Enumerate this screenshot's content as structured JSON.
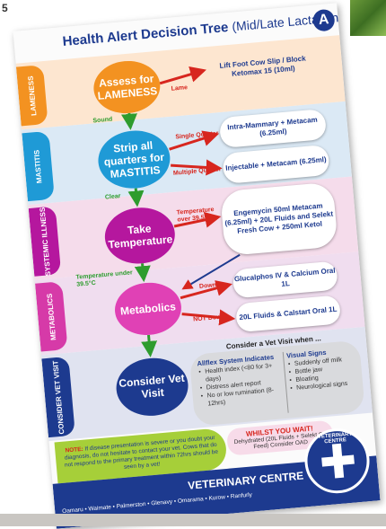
{
  "corner_label": "5",
  "title": {
    "main": "Health Alert Decision Tree",
    "sub": "(Mid/Late Lactation)",
    "badge": "A"
  },
  "sections": {
    "lameness": "LAMENESS",
    "mastitis": "MASTITIS",
    "systemic": "SYSTEMIC ILLNESS",
    "metabolics": "METABOLICS",
    "vet_visit": "CONSIDER VET VISIT"
  },
  "steps": {
    "lameness": "Assess for LAMENESS",
    "mastitis": "Strip all quarters for MASTITIS",
    "temperature": "Take Temperature",
    "metabolics": "Metabolics",
    "vet": "Consider Vet Visit"
  },
  "branches": {
    "lame": "Lame",
    "sound": "Sound",
    "single_quarter": "Single Quarter",
    "multiple_quarter": "Multiple Quarter",
    "clear": "Clear",
    "temp_over": "Temperature over 39.5°C",
    "temp_under": "Temperature under 39.5°C",
    "down": "Down",
    "not_down": "NOT Down"
  },
  "treatments": {
    "lameness": "Lift Foot Cow Slip / Block Ketomax 15 (10ml)",
    "mastitis_single": "Intra-Mammary + Metacam (6.25ml)",
    "mastitis_multiple": "Injectable + Metacam (6.25ml)",
    "systemic": "Engemycin 50ml Metacam (6.25ml) + 20L Fluids and Selekt Fresh Cow + 250ml Ketol",
    "metabolics_down": "Glucalphos IV & Calcium Oral 1L",
    "metabolics_not_down": "20L Fluids & Calstart Oral 1L"
  },
  "vet_visit": {
    "heading": "Consider a Vet Visit when ...",
    "allflex_title": "Allflex System Indicates",
    "allflex_items": [
      "Health index (<80 for 3+ days)",
      "Distress alert report",
      "No or low rumination (8-12hrs)"
    ],
    "signs_title": "Visual Signs",
    "signs_items": [
      "Suddenly off milk",
      "Bottle jaw",
      "Bloating",
      "Neurological signs"
    ]
  },
  "wait": {
    "title": "WHILST YOU WAIT!",
    "text": "Dehydrated (20L Fluids + Selekt Off Feed) Consider OAD"
  },
  "note": {
    "label": "NOTE:",
    "text": "If disease presentation is severe or you doubt your diagnosis, do not hesitate to contact your vet. Cows that do not respond to the primary treatment within 72hrs should be seen by a vet!"
  },
  "footer": {
    "title": "VETERINARY CENTRE",
    "towns": "Oamaru • Waimate • Palmerston • Glenavy • Omarama • Kurow • Ranfurly",
    "logo_text": "VETERINARY CENTRE"
  },
  "colors": {
    "navy": "#1d3a8f",
    "orange": "#f39221",
    "blue": "#1f9ad6",
    "purple": "#b5179e",
    "pink": "#e041b5",
    "red_arrow": "#d7261e",
    "green_arrow": "#2e9c2e",
    "note_green": "#a6cf39"
  }
}
